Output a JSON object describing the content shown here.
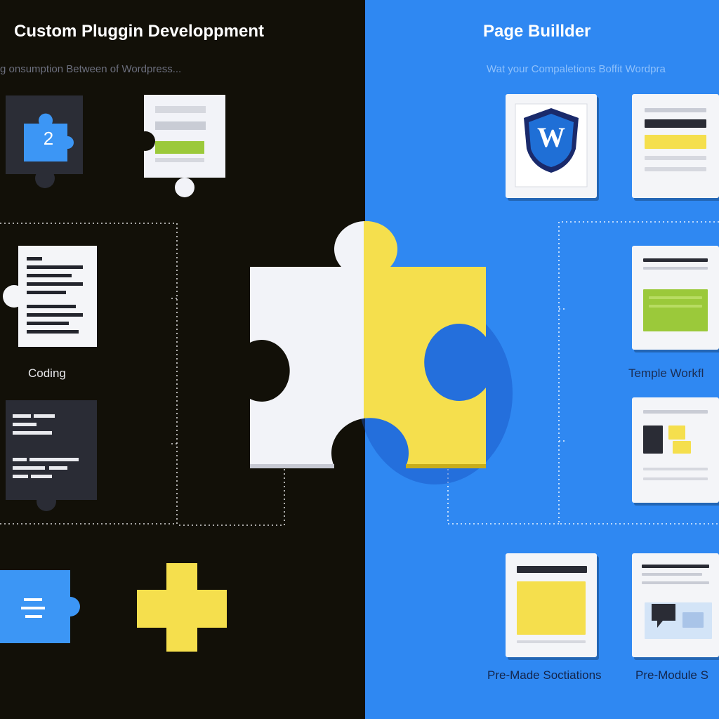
{
  "left_panel": {
    "title": "Custom Pluggin Developpment",
    "subtitle": "g onsumption Between  of Wordpress...",
    "badge_number": "2",
    "coding_label": "Coding",
    "color": "#121008"
  },
  "right_panel": {
    "title": "Page Buillder",
    "subtitle": "Wat your Compaletions Boffit Wordpra",
    "template_label": "Temple Workfl",
    "premade_label_1": "Pre-Made Soctiations",
    "premade_label_2": "Pre-Module S",
    "wp_logo_letter": "W",
    "color": "#2f88f2"
  },
  "colors": {
    "yellow": "#f5df4d",
    "white_piece": "#f2f3f8",
    "accent_blue": "#3c96f5",
    "wp_blue": "#1f6fd6",
    "green": "#9bc93a",
    "dark_card": "#2a2c35"
  },
  "icons": {
    "center": "puzzle-piece-icon",
    "wordpress": "wordpress-shield-icon"
  }
}
